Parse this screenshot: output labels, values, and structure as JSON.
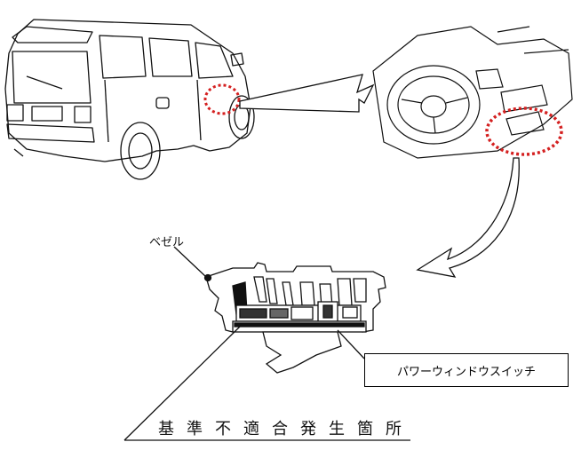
{
  "labels": {
    "bezel": "ベゼル",
    "power_window_switch": "パワーウィンドウスイッチ",
    "defect_location": "基準不適合発生箇所"
  },
  "colors": {
    "highlight": "#d42020",
    "line": "#111111"
  },
  "icons": [
    "van-rear-view",
    "steering-wheel-interior",
    "switch-cross-section"
  ]
}
